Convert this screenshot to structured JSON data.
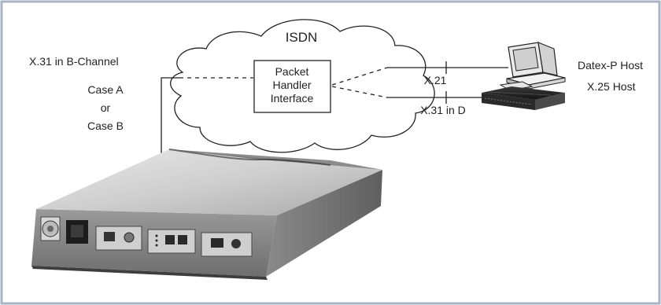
{
  "diagram": {
    "frame_color": "#a9b3c6",
    "labels": {
      "x31_b_channel": "X.31 in B-Channel",
      "case_a": "Case A",
      "or": "or",
      "case_b": "Case B",
      "isdn": "ISDN",
      "phi_line1": "Packet",
      "phi_line2": "Handler",
      "phi_line3": "Interface",
      "x21": "X.21",
      "x31_in_d": "X.31 in D",
      "datex_p_host": "Datex-P Host",
      "x25_host": "X.25 Host"
    },
    "icons": {
      "workstation": "computer-workstation-icon",
      "x25_host_box": "server-box-icon",
      "router": "router-device-icon"
    }
  }
}
